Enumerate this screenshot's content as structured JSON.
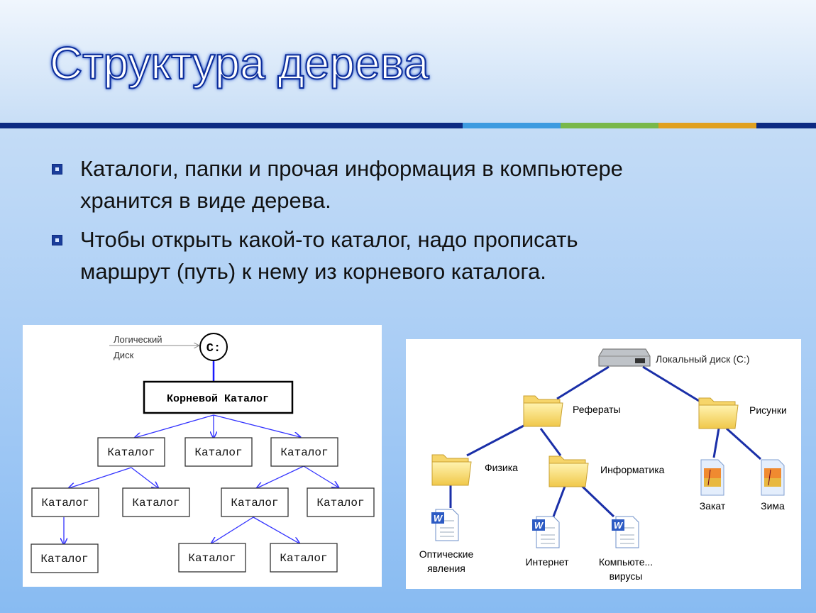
{
  "slide": {
    "title": "Структура дерева",
    "bullets": [
      {
        "lines": [
          "Каталоги, папки и прочая информация в компьютере",
          "хранится в виде дерева."
        ]
      },
      {
        "lines": [
          "Чтобы открыть какой-то каталог, надо прописать",
          "маршрут (путь) к нему из корневого каталога."
        ]
      }
    ],
    "accent_bar": [
      "#0d2a82",
      "#3d9be0",
      "#79b84a",
      "#e0a020",
      "#0d2a82"
    ]
  },
  "left_diagram": {
    "disk_label_1": "Логический",
    "disk_label_2": "Диск",
    "drive": "C:",
    "root": "Корневой Каталог",
    "node": "Каталог"
  },
  "right_diagram": {
    "disk": "Локальный диск (C:)",
    "folders": {
      "referaty": "Рефераты",
      "risunki": "Рисунки",
      "fizika": "Физика",
      "informatika": "Информатика"
    },
    "files": {
      "optika_1": "Оптические",
      "optika_2": "явления",
      "internet": "Интернет",
      "viruses_1": "Компьюте...",
      "viruses_2": "вирусы",
      "zakat": "Закат",
      "zima": "Зима"
    }
  }
}
